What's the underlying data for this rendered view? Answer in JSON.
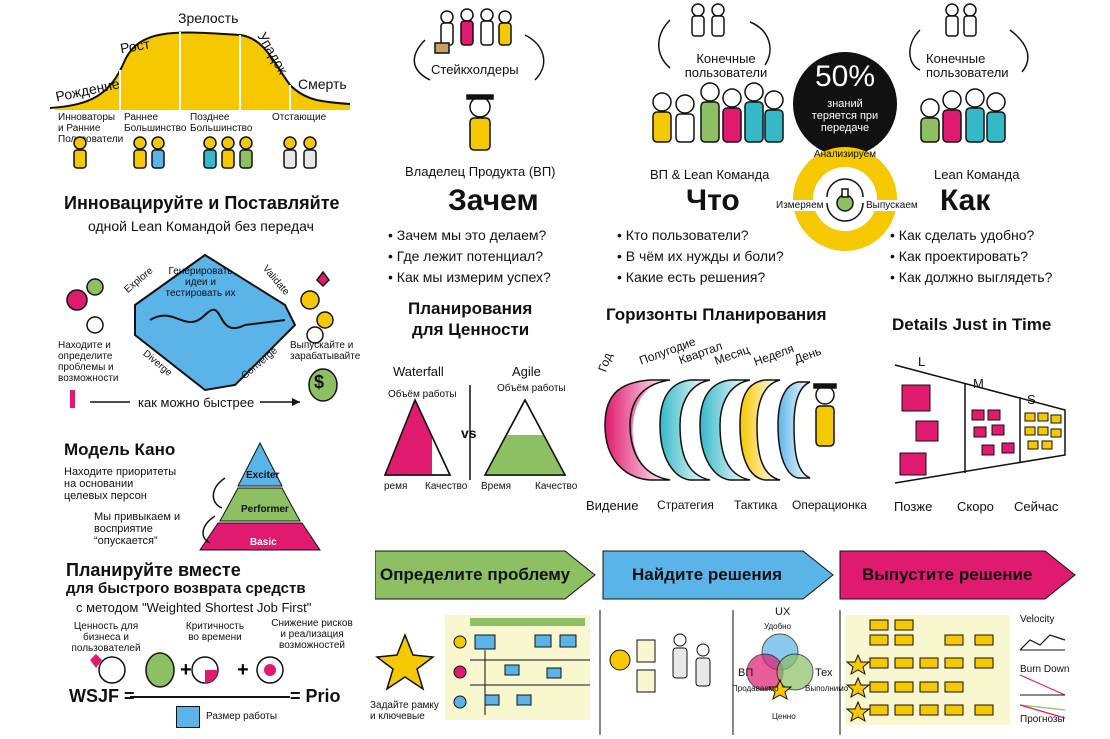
{
  "lifecycle": {
    "stages": [
      "Рождение",
      "Рост",
      "Зрелость",
      "Упадок",
      "Смерть"
    ],
    "groups": [
      "Инноваторы и Ранние Пользователи",
      "Раннее Большинство",
      "Позднее Большинство",
      "Отстающие"
    ]
  },
  "innovate": {
    "title": "Инновацируйте и Поставляйте",
    "subtitle": "одной Lean  Командой без передач"
  },
  "explore": {
    "center": "Генерировать идеи и тестировать их",
    "labels": {
      "explore": "Explore",
      "validate": "Validate",
      "diverge": "Diverge",
      "converge": "Converge"
    },
    "left": "Находите и определите проблемы и возможности",
    "right": "Выпускайте и зарабатывайте",
    "bottom": "как можно быстрее"
  },
  "kano": {
    "title": "Модель Кано",
    "desc1": "Находите приоритеты на основании целевых персон",
    "desc2": "Мы привыкаем и восприятие “опускается”",
    "levels": [
      "Exciter",
      "Performer",
      "Basic"
    ]
  },
  "wsjf": {
    "title1": "Планируйте вместе",
    "title2": "для быстрого возврата средств",
    "method": "с методом \"Weighted Shortest Job First\"",
    "c1": "Ценность для бизнеса и пользователей",
    "c2": "Критичность во времени",
    "c3": "Снижение рисков и реализация возможностей",
    "lhs": "WSJF =",
    "rhs": "= Prio",
    "denominator": "Размер работы",
    "money": "$"
  },
  "why": {
    "stakeholders": "Стейкхолдеры",
    "owner": "Владелец Продукта (ВП)",
    "title": "Зачем",
    "bullets": [
      "Зачем мы это делаем?",
      "Где лежит потенциал?",
      "Как мы измерим успех?"
    ]
  },
  "what": {
    "users": "Конечные пользователи",
    "team": "ВП & Lean Команда",
    "title": "Что",
    "bullets": [
      "Кто пользователи?",
      "В чём их нужды и боли?",
      "Какие есть решения?"
    ]
  },
  "stat": {
    "pct": "50%",
    "text": "знаний теряется при передаче"
  },
  "cycle": {
    "top": "Анализируем",
    "left": "Измеряем",
    "right": "Выпускаем"
  },
  "how": {
    "users": "Конечные пользователи",
    "team": "Lean Команда",
    "title": "Как",
    "bullets": [
      "Как сделать удобно?",
      "Как проектировать?",
      "Как должно выглядеть?"
    ]
  },
  "valueplan": {
    "title1": "Планирования",
    "title2": "для Ценности",
    "waterfall": "Waterfall",
    "agile": "Agile",
    "work": "Объём работы",
    "vs": "vs",
    "time_trunc": "ремя",
    "time": "Время",
    "quality": "Качество"
  },
  "horizons": {
    "title": "Горизонты Планирования",
    "periods": [
      "Год",
      "Полугодие",
      "Квартал",
      "Месяц",
      "Неделя",
      "День"
    ],
    "levels": [
      "Видение",
      "Стратегия",
      "Тактика",
      "Операционка"
    ]
  },
  "jit": {
    "title": "Details Just in Time",
    "sizes": [
      "L",
      "M",
      "S"
    ],
    "times": [
      "Позже",
      "Скоро",
      "Сейчас"
    ]
  },
  "flow": {
    "steps": [
      "Определите проблему",
      "Найдите решения",
      "Выпустите решение"
    ],
    "frame": "Задайте рамку и ключевые",
    "ux": "UX",
    "ux_sub": "Удобно",
    "vp": "ВП",
    "vp_sub": "Продаваемо",
    "tech": "Тех",
    "tech_sub": "Выполнимо",
    "value": "Ценно",
    "charts": [
      "Velocity",
      "Burn Down",
      "Прогнозы"
    ]
  },
  "colors": {
    "yellow": "#f5c800",
    "blue": "#5ab4e8",
    "pink": "#e01a6f",
    "green": "#8cc063",
    "cyan": "#35b9c8"
  }
}
